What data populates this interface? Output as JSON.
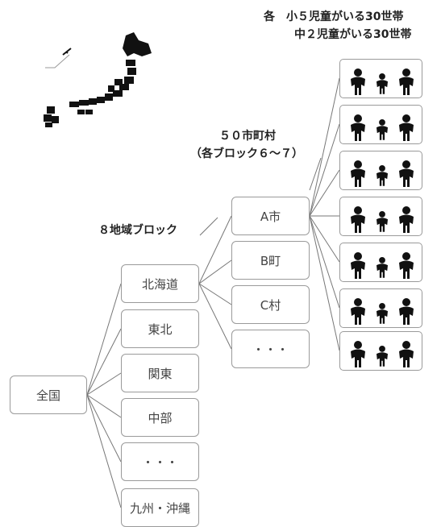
{
  "header": {
    "line1": "各　小５児童がいる30世帯",
    "line2": "中２児童がいる30世帯"
  },
  "labels": {
    "regions": "８地域ブロック",
    "municipalities_line1": "５０市町村",
    "municipalities_line2": "（各ブロック６～７）"
  },
  "root": "全国",
  "regions": [
    "北海道",
    "東北",
    "関東",
    "中部",
    "・・・",
    "九州・沖縄"
  ],
  "municipalities": [
    "A市",
    "B町",
    "C村",
    "・・・"
  ],
  "household_count": 7,
  "colors": {
    "box_border": "#9a9a9a",
    "line": "#777777",
    "icon": "#111111"
  }
}
